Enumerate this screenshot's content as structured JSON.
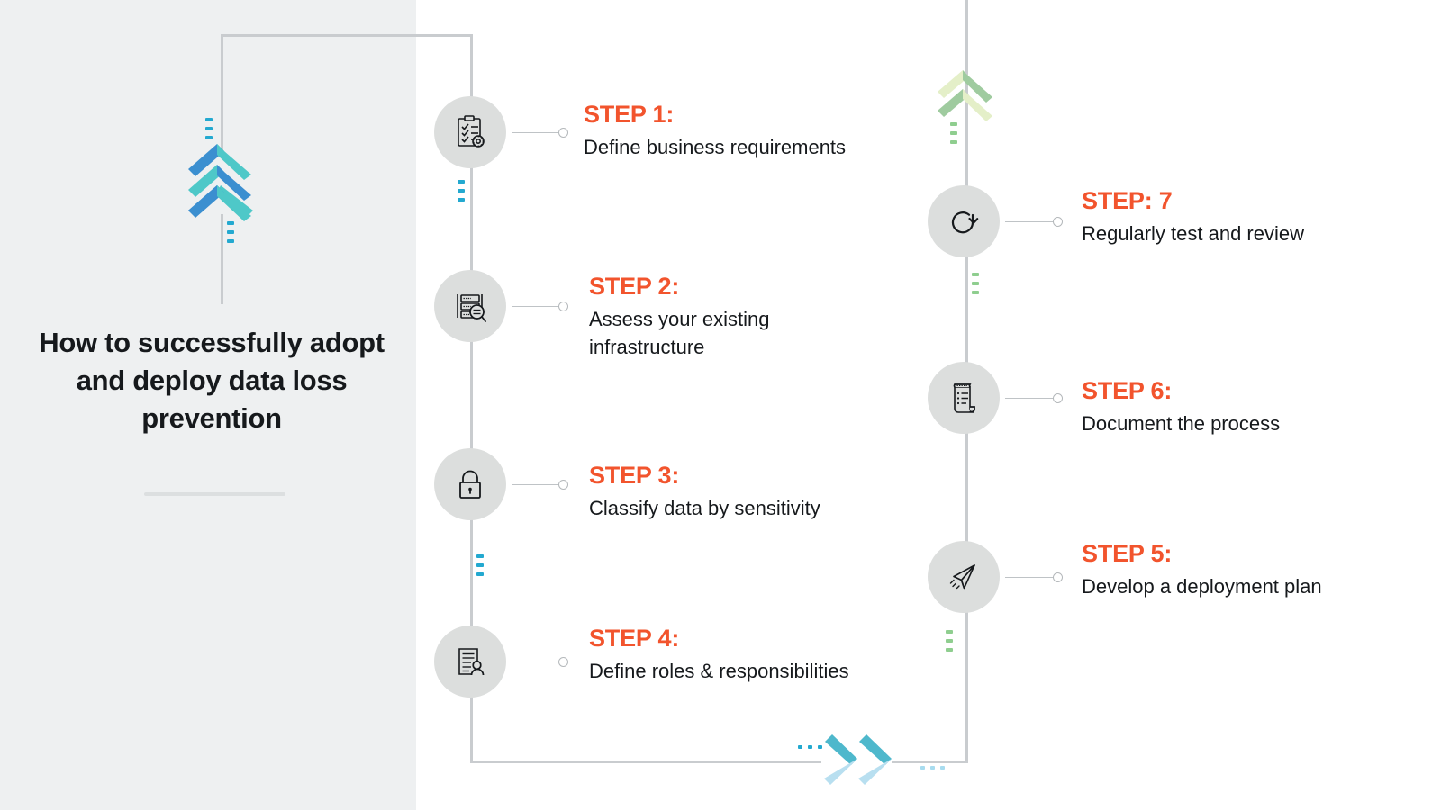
{
  "title": {
    "text": "How to successfully adopt and deploy data loss prevention"
  },
  "colors": {
    "accent_orange": "#f2542d",
    "panel_grey": "#eef0f1",
    "node_grey": "#dcdedd",
    "line_grey": "#c9cccf",
    "text_dark": "#16191c",
    "chevron_blue": "#3b8fd0",
    "chevron_teal": "#4ec8c8",
    "chevron_green_light": "#e4efc8",
    "chevron_green_mid": "#9fcb9f",
    "chevron_cyan": "#4eb8cc",
    "chevron_lightblue": "#b8dff0",
    "tick_cyan": "#23a9d0",
    "tick_green": "#8fce8f"
  },
  "steps": [
    {
      "label": "STEP 1:",
      "description": "Define business requirements",
      "icon": "clipboard-checklist-icon",
      "column": "left"
    },
    {
      "label": "STEP 2:",
      "description": "Assess your existing infrastructure",
      "icon": "server-magnifier-icon",
      "column": "left"
    },
    {
      "label": "STEP 3:",
      "description": "Classify data by sensitivity",
      "icon": "padlock-icon",
      "column": "left"
    },
    {
      "label": "STEP 4:",
      "description": "Define roles & responsibilities",
      "icon": "document-person-icon",
      "column": "left"
    },
    {
      "label": "STEP 5:",
      "description": "Develop a deployment plan",
      "icon": "paper-plane-icon",
      "column": "right"
    },
    {
      "label": "STEP 6:",
      "description": "Document the process",
      "icon": "scroll-document-icon",
      "column": "right"
    },
    {
      "label": "STEP: 7",
      "description": "Regularly test and review",
      "icon": "refresh-cycle-icon",
      "column": "right"
    }
  ]
}
